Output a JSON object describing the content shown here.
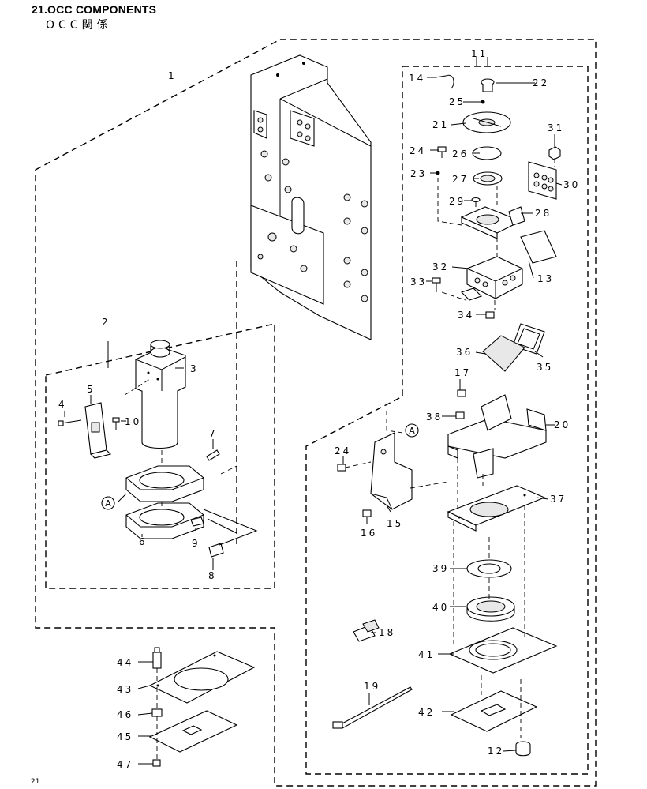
{
  "header": {
    "title": "21.OCC COMPONENTS",
    "subtitle": "OCC関係"
  },
  "page_number": "21",
  "callouts": {
    "p1": "1",
    "p2": "2",
    "p3": "3",
    "p4": "4",
    "p5": "5",
    "p6": "6",
    "p7": "7",
    "p8": "8",
    "p9": "9",
    "p10": "10",
    "p11": "11",
    "p12": "12",
    "p13": "13",
    "p14": "14",
    "p15": "15",
    "p16": "16",
    "p17": "17",
    "p18": "18",
    "p19": "19",
    "p20": "20",
    "p21": "21",
    "p22": "22",
    "p23": "23",
    "p24a": "24",
    "p24b": "24",
    "p25": "25",
    "p26": "26",
    "p27": "27",
    "p28": "28",
    "p29": "29",
    "p30": "30",
    "p31": "31",
    "p32": "32",
    "p33": "33",
    "p34": "34",
    "p35": "35",
    "p36": "36",
    "p37": "37",
    "p38": "38",
    "p39": "39",
    "p40": "40",
    "p41": "41",
    "p42": "42",
    "p43": "43",
    "p44": "44",
    "p45": "45",
    "p46": "46",
    "p47": "47"
  },
  "connector_markers": {
    "left": "A",
    "right": "A"
  }
}
